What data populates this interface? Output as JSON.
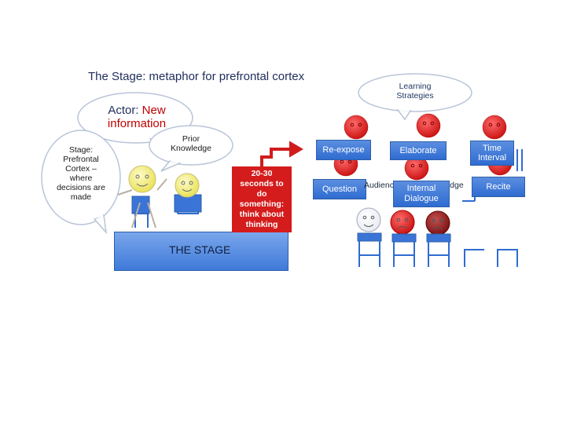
{
  "title": "The Stage: metaphor for prefrontal cortex",
  "bubbles": {
    "actor_prefix": "Actor: ",
    "actor_highlight": "New information",
    "stage_note": "Stage: Prefrontal Cortex – where decisions are made",
    "prior_knowledge": "Prior Knowledge",
    "learning_strategies": "Learning Strategies"
  },
  "stage": {
    "label": "THE STAGE"
  },
  "red_box": {
    "text": "20-30 seconds to do something: think about thinking"
  },
  "audience_boxes": {
    "re_expose": "Re-expose",
    "elaborate": "Elaborate",
    "time_interval": "Time Interval",
    "question": "Question",
    "internal_dialogue": "Internal Dialogue",
    "recite": "Recite"
  },
  "audience_label": "Audience: Prior Knowledge",
  "colors": {
    "box_blue": "#3a74d6",
    "red_head": "#d42020",
    "actor_highlight": "#c00000",
    "face_yellow": "#f5f07a"
  }
}
